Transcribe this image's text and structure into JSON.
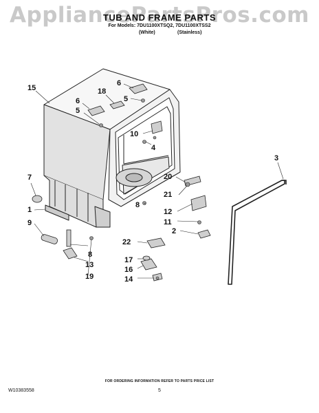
{
  "watermark": "AppliancePartsPros.com",
  "header": {
    "title": "TUB AND FRAME PARTS",
    "models": "For Models: 7DU1100XTSQ2, 7DU1100XTSS2",
    "variant_white": "(White)",
    "variant_stainless": "(Stainless)"
  },
  "callouts": [
    "15",
    "6",
    "18",
    "5",
    "6",
    "5",
    "10",
    "4",
    "3",
    "7",
    "20",
    "21",
    "1",
    "8",
    "12",
    "11",
    "9",
    "2",
    "22",
    "8",
    "17",
    "13",
    "16",
    "19",
    "14"
  ],
  "footer": {
    "ordering_note": "FOR ORDERING INFORMATION REFER TO PARTS PRICE LIST",
    "doc_number": "W10383558",
    "page_number": "5"
  }
}
